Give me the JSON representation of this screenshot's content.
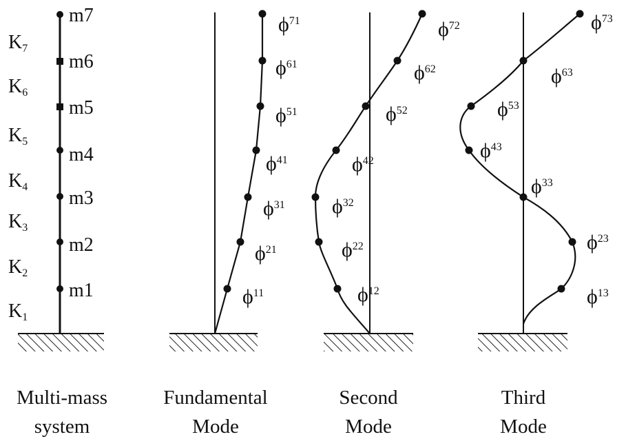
{
  "diagram": {
    "multi_mass": {
      "masses": [
        "m7",
        "m6",
        "m5",
        "m4",
        "m3",
        "m2",
        "m1"
      ],
      "stiffness": [
        {
          "main": "K",
          "sub": "7"
        },
        {
          "main": "K",
          "sub": "6"
        },
        {
          "main": "K",
          "sub": "5"
        },
        {
          "main": "K",
          "sub": "4"
        },
        {
          "main": "K",
          "sub": "3"
        },
        {
          "main": "K",
          "sub": "2"
        },
        {
          "main": "K",
          "sub": "1"
        }
      ],
      "caption_line1": "Multi-mass",
      "caption_line2": "system"
    },
    "fundamental": {
      "phi_symbol": "ϕ",
      "phi_labels": [
        "71",
        "61",
        "51",
        "41",
        "31",
        "21",
        "11"
      ],
      "caption_line1": "Fundamental",
      "caption_line2": "Mode"
    },
    "second": {
      "phi_symbol": "ϕ",
      "phi_labels": [
        "72",
        "62",
        "52",
        "42",
        "32",
        "22",
        "12"
      ],
      "caption_line1": "Second",
      "caption_line2": "Mode"
    },
    "third": {
      "phi_symbol": "ϕ",
      "phi_labels": [
        "73",
        "63",
        "53",
        "43",
        "33",
        "23",
        "13"
      ],
      "caption_line1": "Third",
      "caption_line2": "Mode"
    }
  }
}
